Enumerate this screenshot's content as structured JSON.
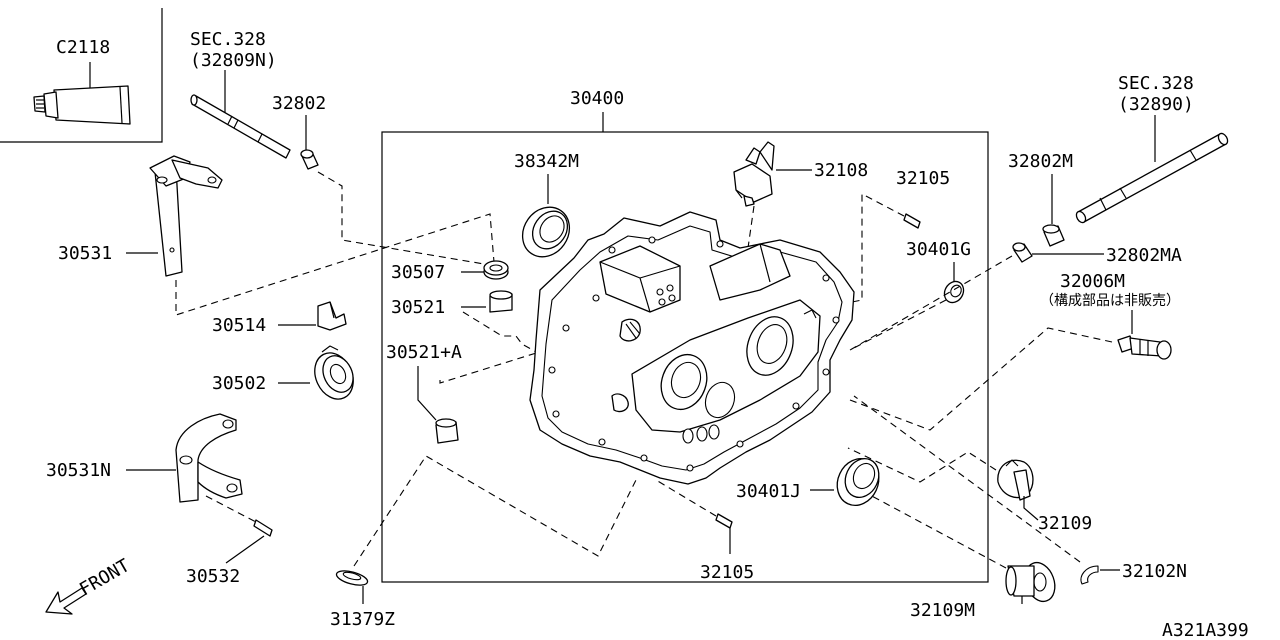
{
  "diagram": {
    "inset_part": "C2118",
    "labels": {
      "sec_left_1": "SEC.328",
      "sec_left_2": "(32809N)",
      "sec_right_1": "SEC.328",
      "sec_right_2": "(32890)",
      "p30400": "30400",
      "p32802_left": "32802",
      "p38342M": "38342M",
      "p32108": "32108",
      "p32105_top": "32105",
      "p32802M": "32802M",
      "p30531": "30531",
      "p30507": "30507",
      "p30401G": "30401G",
      "p32802MA": "32802MA",
      "p32006M": "32006M",
      "note_32006M": "（構成部品は非販売）",
      "p30521": "30521",
      "p30514": "30514",
      "p30521A": "30521+A",
      "p30502": "30502",
      "p30531N": "30531N",
      "p30401J": "30401J",
      "p32109": "32109",
      "p30532": "30532",
      "p32105_bottom": "32105",
      "p32102N": "32102N",
      "p31379Z": "31379Z",
      "p32109M": "32109M",
      "front": "FRONT",
      "ref_code": "A321A399"
    }
  }
}
